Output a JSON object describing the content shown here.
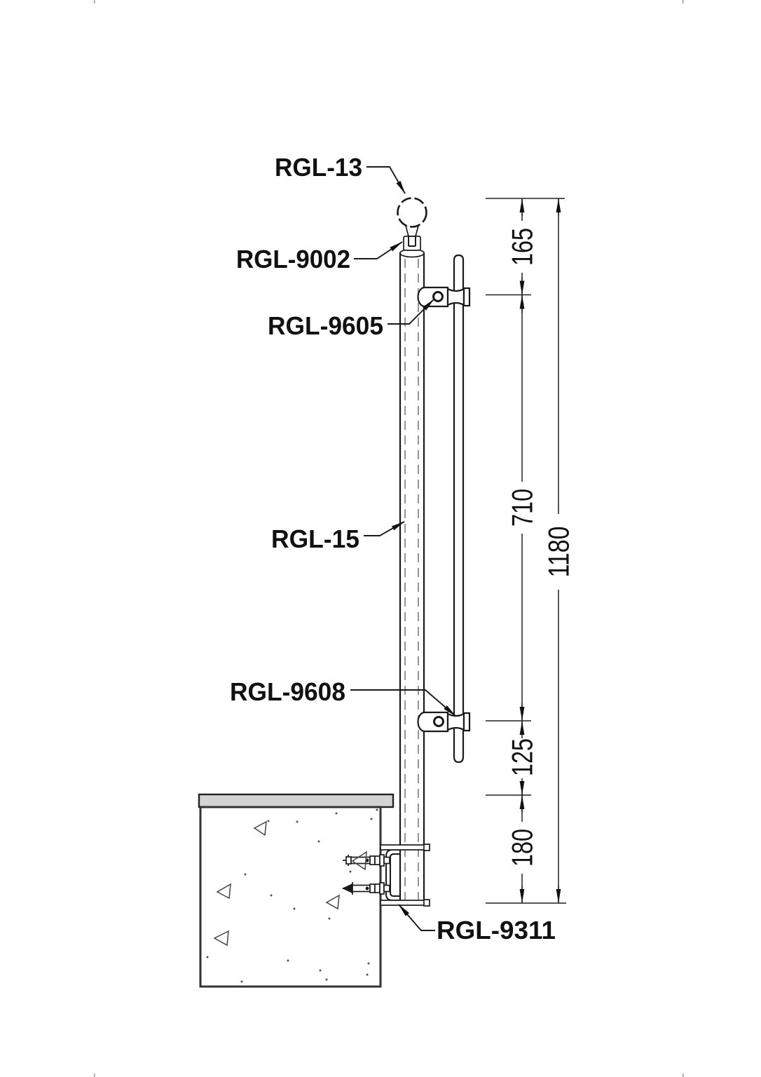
{
  "drawing_type": "railing post side-mount installation detail",
  "labels": {
    "rgl_13": "RGL-13",
    "rgl_9002": "RGL-9002",
    "rgl_9605": "RGL-9605",
    "rgl_15": "RGL-15",
    "rgl_9608": "RGL-9608",
    "rgl_9311": "RGL-9311"
  },
  "dimensions": {
    "segment_top": "165",
    "segment_mid": "710",
    "segment_lower": "125",
    "segment_base": "180",
    "overall": "1180"
  },
  "colors": {
    "line": "#1a1a1a",
    "hidden_line": "#7c7c7c",
    "slab_fill": "#d4d4d4",
    "background": "#ffffff"
  }
}
